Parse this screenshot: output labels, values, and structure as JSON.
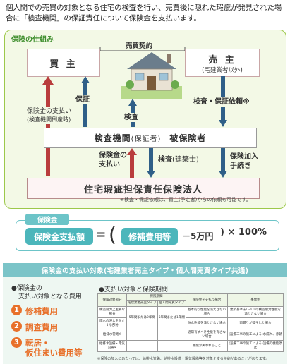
{
  "intro": "個人間での売買の対象となる住宅の検査を行い、売買後に隠れた瑕疵が発見された場合に「検査機関」の保証責任について保険金を支払います。",
  "diagram": {
    "section_title": "保険の仕組み",
    "buyer": "買 主",
    "seller": "売 主",
    "seller_sub": "(宅建業者以外)",
    "contract": "売買契約",
    "inspection_left": "検査",
    "inspection_right": "検査・保証依頼※",
    "guarantee": "保証",
    "payment_left": "保険金の支払い",
    "payment_left_sub": "(検査機関倒産時)",
    "inspector_main": "検査機関",
    "inspector_paren": "(保証者)",
    "inspector_role": "被保険者",
    "insurer_payment_line1": "保険金の",
    "insurer_payment_line2": "支払い",
    "inspection_arch": "検査",
    "inspection_arch_paren": "(建築士)",
    "enroll_line1": "保険加入",
    "enroll_line2": "手続き",
    "insurer": "住宅瑕疵担保責任保険法人",
    "note": "※検査・保証依頼は、買主(予定者)からの依頼も可能です。"
  },
  "formula": {
    "section_title": "保険金",
    "left_label": "保険金支払額",
    "equals": "=",
    "open_paren": "(",
    "cost_label": "修補費用等",
    "minus": "－5万円",
    "close": ") × 100%"
  },
  "coverage": {
    "header": "保険金の支払い対象(宅建業者売主タイプ・個人間売買タイプ共通)",
    "left_title_1": "●保険金の",
    "left_title_2": "支払い対象となる費用",
    "items": [
      {
        "num": "1",
        "label": "修補費用"
      },
      {
        "num": "2",
        "label": "調査費用"
      },
      {
        "num": "3",
        "label": "転居・",
        "label2": "仮住まい費用等"
      }
    ],
    "right_title": "●支払い対象と保険期間",
    "table_headers": [
      "保険対象部分",
      "宅建業者売主タイプ",
      "個人間売買タイプ",
      "保険金を支払う場合",
      "事象例"
    ],
    "table_group_header": "保険期間",
    "table_rows": [
      [
        "構造耐力上主要な部分",
        "5年間または2年間",
        "5年間または1年間",
        "基本的な性能を満たさない場合",
        "建築基準法レベルの構造耐力性能を満たさない場合"
      ],
      [
        "雨水の浸入を防止する部分",
        "",
        "",
        "防水性能を満たさない場合",
        "雨漏りが発生した場合"
      ],
      [
        "給排水管路※",
        "",
        "",
        "通常有すべき性能を有さない場合",
        "(設備工事の施工による)水漏れ、赤錆"
      ],
      [
        "給排水設備・電気設備※",
        "",
        "",
        "機能が失われること",
        "(設備工事の施工による)設備の機能停止"
      ]
    ],
    "footnote": "※保険の加入にあたっては、給排水管路、給排水設備・電気設備等を対象とする特約があることがあります。"
  }
}
